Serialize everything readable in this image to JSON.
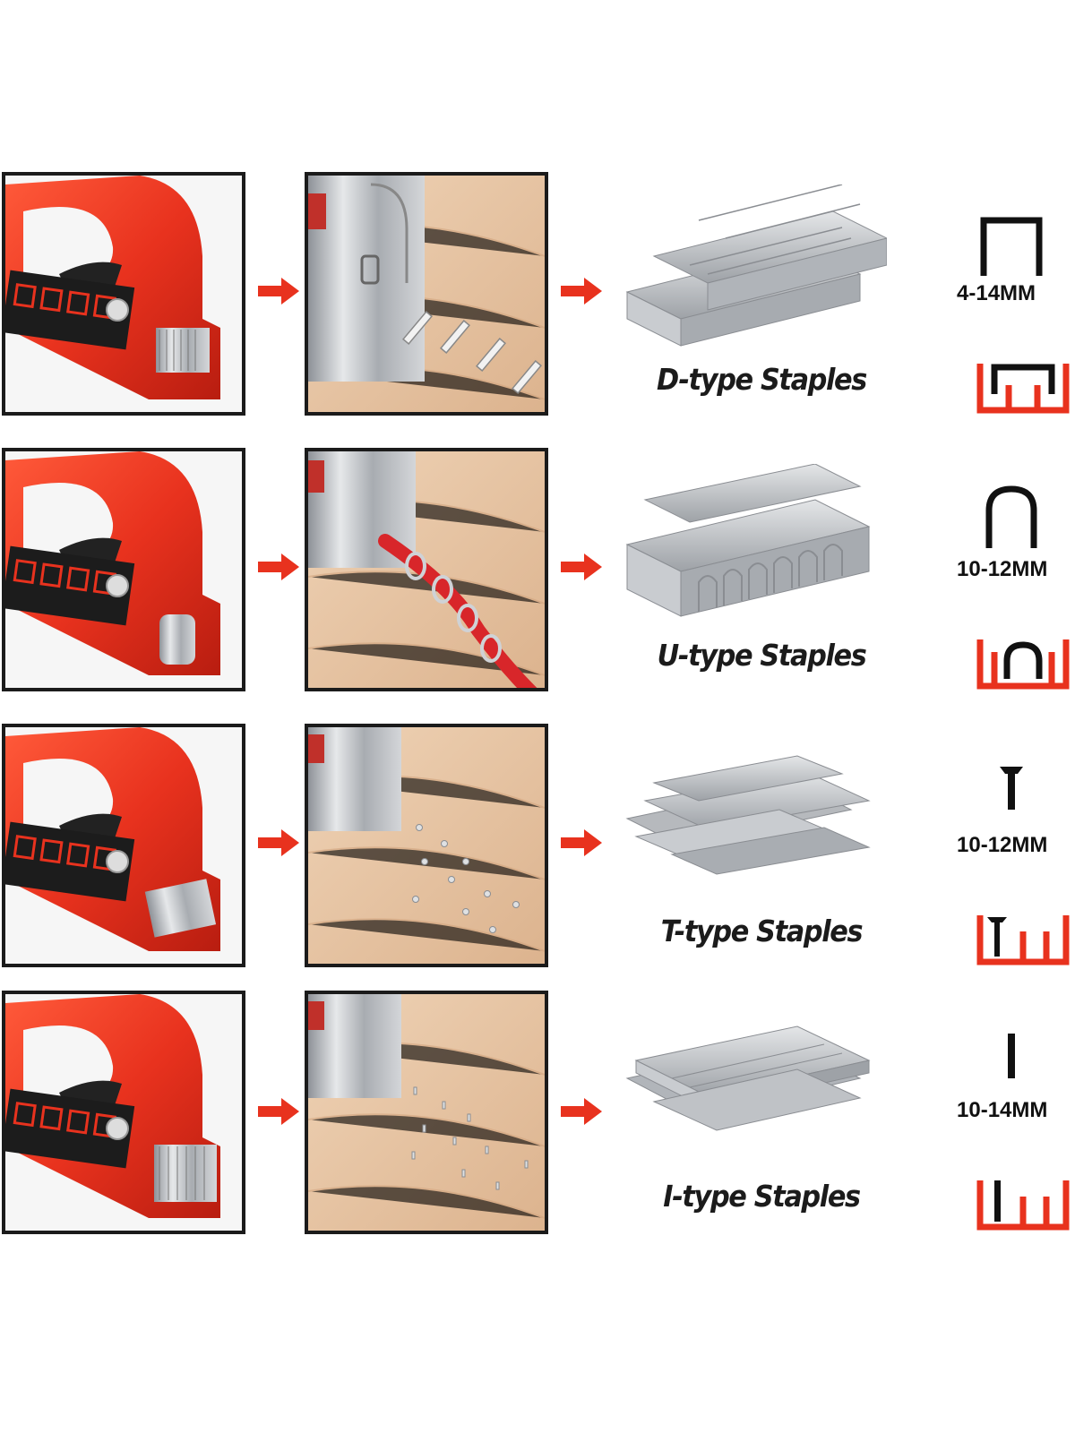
{
  "rows": [
    {
      "type": "D",
      "label": "D-type Staples",
      "size": "4-14MM",
      "profile_icon": "d-staple-profile-icon",
      "mode_icon": "d-mode-icon"
    },
    {
      "type": "U",
      "label": "U-type Staples",
      "size": "10-12MM",
      "profile_icon": "u-staple-profile-icon",
      "mode_icon": "u-mode-icon"
    },
    {
      "type": "T",
      "label": "T-type Staples",
      "size": "10-12MM",
      "profile_icon": "t-nail-profile-icon",
      "mode_icon": "t-mode-icon"
    },
    {
      "type": "I",
      "label": "I-type Staples",
      "size": "10-14MM",
      "profile_icon": "i-nail-profile-icon",
      "mode_icon": "i-mode-icon"
    }
  ],
  "colors": {
    "accent_red": "#e8321e",
    "frame_border": "#1b1b1b",
    "text_dark": "#1b1b1b",
    "wood": "#e8c6a6",
    "steel": "#b9bcc0"
  }
}
